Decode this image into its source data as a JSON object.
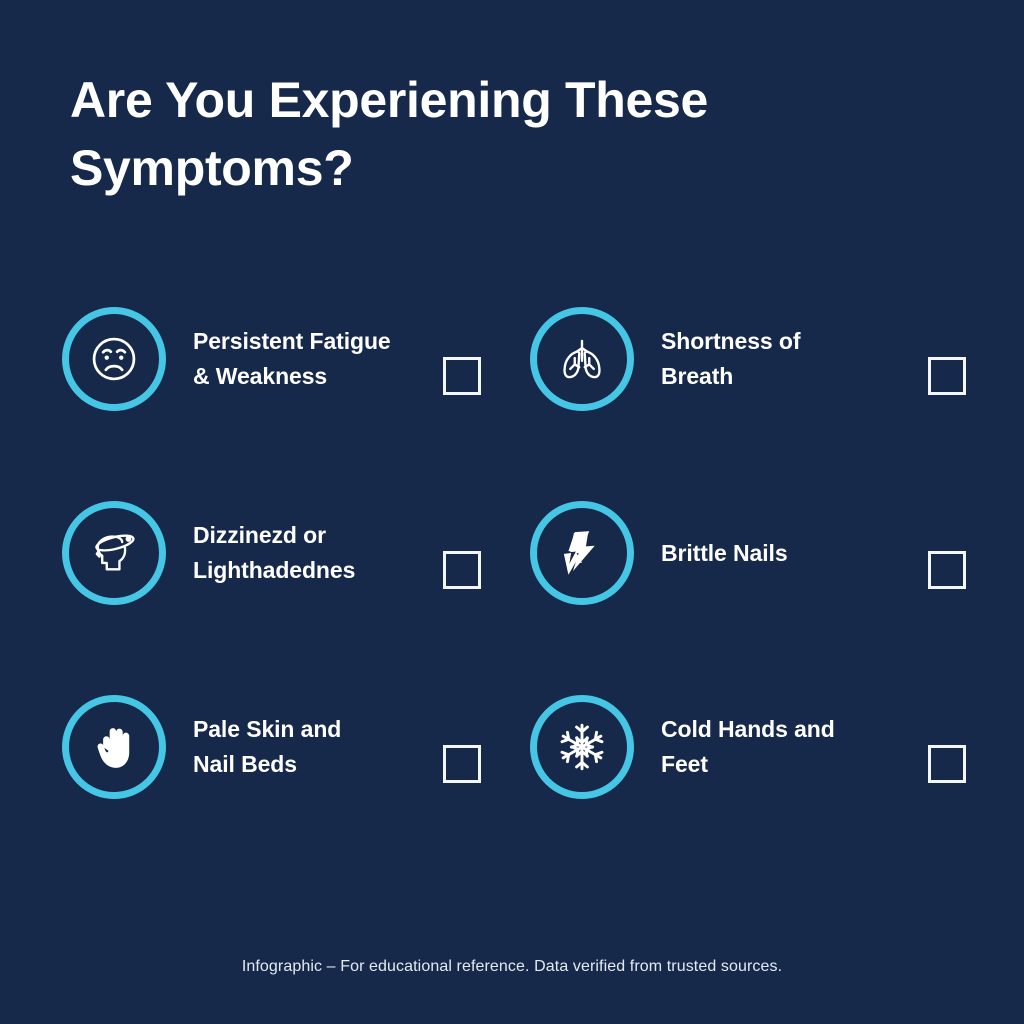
{
  "theme": {
    "background": "#16294a",
    "accent": "#45c6e4",
    "text": "#ffffff",
    "footer_text": "#e4eaf2",
    "checkbox_border": "#f3f6fa"
  },
  "header": {
    "title": "Are You Experiening These Symptoms?"
  },
  "symptoms": [
    {
      "label": "Persistent Fatigue\n& Weakness",
      "icon": "sad-face-icon",
      "checked": false,
      "column": "left",
      "row": 1
    },
    {
      "label": "Shortness of\nBreath",
      "icon": "lungs-icon",
      "checked": false,
      "column": "right",
      "row": 1
    },
    {
      "label": "Dizzinezd or\nLighthadednes",
      "icon": "dizzy-head-icon",
      "checked": false,
      "column": "left",
      "row": 2
    },
    {
      "label": "Brittle Nails",
      "icon": "lightning-bolt-icon",
      "checked": false,
      "column": "right",
      "row": 2
    },
    {
      "label": "Pale Skin and\nNail Beds",
      "icon": "hand-icon",
      "checked": false,
      "column": "left",
      "row": 3
    },
    {
      "label": "Cold Hands and\nFeet",
      "icon": "snowflake-icon",
      "checked": false,
      "column": "right",
      "row": 3
    }
  ],
  "footer": {
    "note": "Infographic – For educational reference. Data verified from trusted sources."
  }
}
